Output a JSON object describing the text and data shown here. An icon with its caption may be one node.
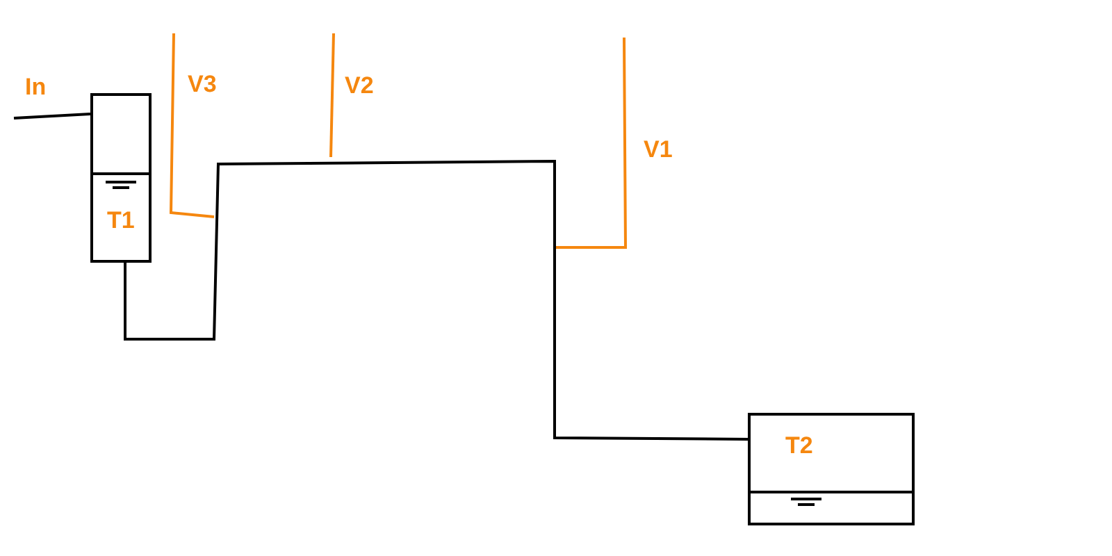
{
  "diagram": {
    "nodes": [
      {
        "text": [
          "T1"
        ]
      },
      {
        "text": [
          "T2"
        ]
      }
    ],
    "edges": [
      {
        "from": null,
        "to": 0,
        "arrow": "none"
      },
      {
        "from": 0,
        "to": 1,
        "arrow": "none"
      }
    ],
    "labels": [
      "In",
      "V3",
      "V2",
      "V1"
    ]
  }
}
